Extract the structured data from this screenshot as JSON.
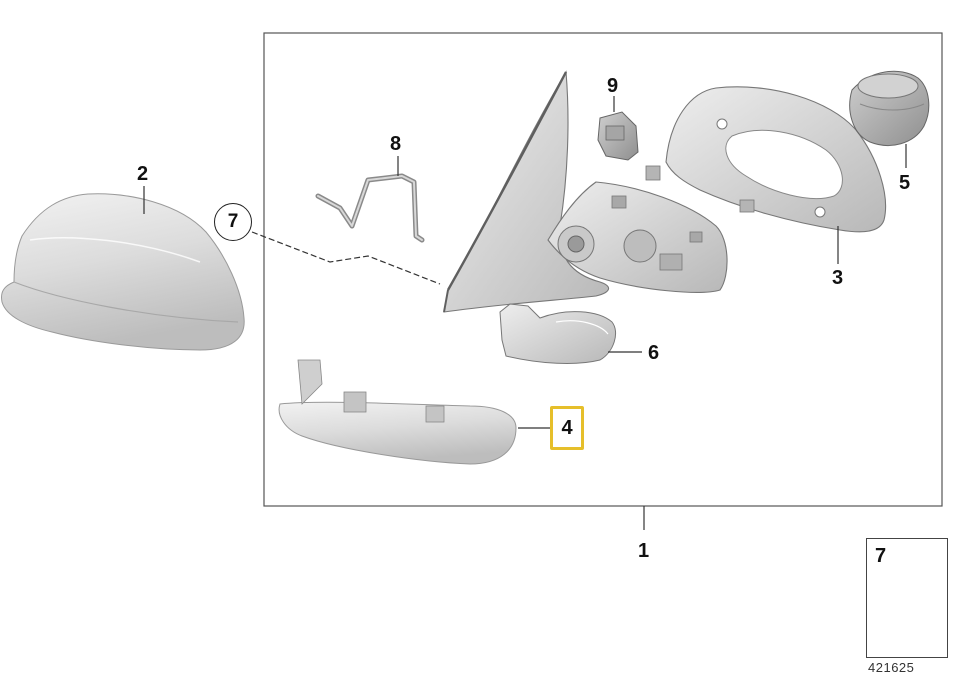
{
  "callouts": {
    "c1": "1",
    "c2": "2",
    "c3": "3",
    "c4": "4",
    "c5": "5",
    "c6": "6",
    "c7": "7",
    "c8": "8",
    "c9": "9"
  },
  "legend": {
    "part_number": "7"
  },
  "diagram_id": "421625",
  "colors": {
    "highlight": "#e6bf2a",
    "part_fill": "#d9d9d9",
    "line": "#333333"
  }
}
